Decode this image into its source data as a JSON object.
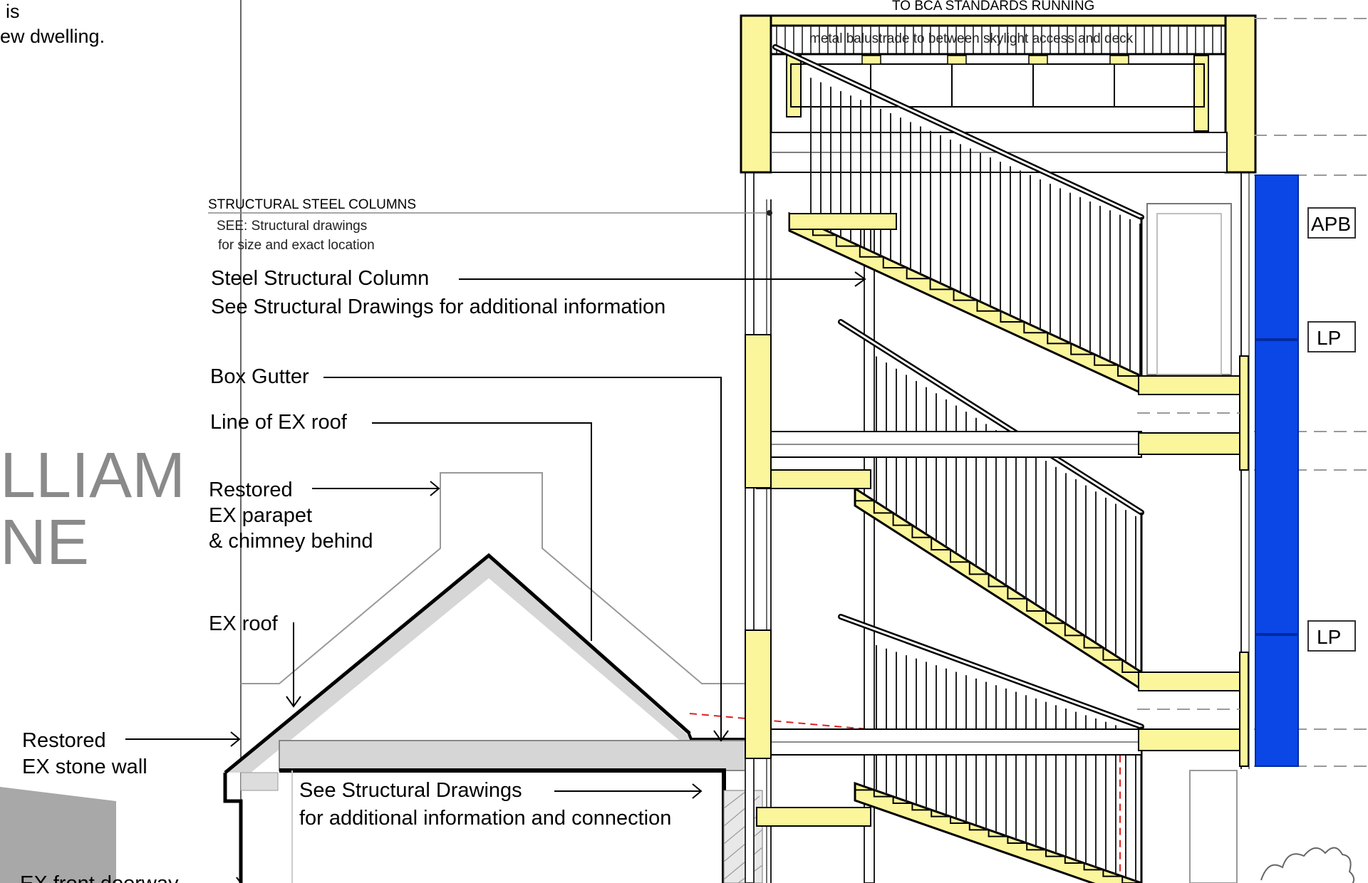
{
  "top_left": {
    "line1": "is",
    "line2": "ew dwelling."
  },
  "title": {
    "line1": "LLIAM",
    "line2": "NE"
  },
  "top_note": "TO BCA STANDARDS RUNNING",
  "balustrade_note": "metal balustrade to between skylight access and deck",
  "structural_columns": {
    "heading": "STRUCTURAL STEEL COLUMNS",
    "line1": "SEE: Structural drawings",
    "line2": "for size and exact location"
  },
  "callouts": {
    "steel_column_1": "Steel Structural Column",
    "steel_column_2": "See Structural Drawings for additional information",
    "box_gutter": "Box Gutter",
    "line_ex_roof": "Line of EX roof",
    "restored_parapet_1": "Restored",
    "restored_parapet_2": "EX parapet",
    "restored_parapet_3": "& chimney behind",
    "ex_roof": "EX roof",
    "restored_wall_1": "Restored",
    "restored_wall_2": "EX stone wall",
    "see_struct_1": "See Structural Drawings",
    "see_struct_2": "for additional information and connection",
    "ex_front_doorway": "EX front doorway"
  },
  "tags": {
    "apb": "APB",
    "lp_upper": "LP",
    "lp_lower": "LP"
  },
  "colors": {
    "slab_yellow": "#fbf69b",
    "panel_blue": "#0b46e6",
    "roof_grey": "#d6d6d6",
    "text_grey": "#8a8a8a",
    "dash_red": "#e02020"
  }
}
